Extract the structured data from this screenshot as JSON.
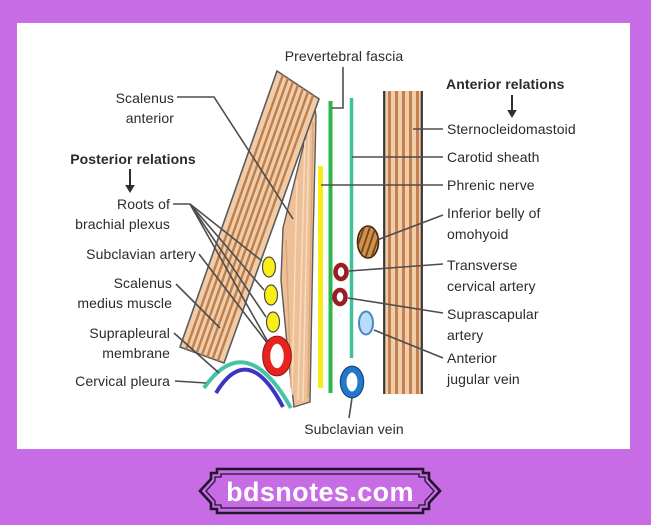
{
  "page": {
    "brand": "bdsnotes.com"
  },
  "diagram": {
    "labels": {
      "prevertebral_fascia": "Prevertebral fascia",
      "scalenus_anterior": "Scalenus\nanterior",
      "posterior_relations": "Posterior relations",
      "roots_brachial_plexus": "Roots of\nbrachial plexus",
      "subclavian_artery": "Subclavian artery",
      "scalenus_medius": "Scalenus\nmedius muscle",
      "suprapleural_membrane": "Suprapleural\nmembrane",
      "cervical_pleura": "Cervical pleura",
      "anterior_relations": "Anterior relations",
      "sternocleidomastoid": "Sternocleidomastoid",
      "carotid_sheath": "Carotid sheath",
      "phrenic_nerve": "Phrenic nerve",
      "inferior_belly_omohyoid": "Inferior belly of\nomohyoid",
      "transverse_cervical_artery": "Transverse\ncervical artery",
      "suprascapular_artery": "Suprascapular\nartery",
      "anterior_jugular_vein": "Anterior\njugular vein",
      "subclavian_vein": "Subclavian vein"
    },
    "colors": {
      "background_purple": "#c76ce4",
      "muscle_fill": "#f2cca6",
      "muscle_stripe": "#bc7f4f",
      "prevertebral_fascia_green": "#2eb44c",
      "carotid_sheath_teal": "#3fc29b",
      "phrenic_nerve_yellow": "#f7ed1a",
      "subclavian_artery_red": "#e6231f",
      "small_artery_maroon": "#9b1d24",
      "subclavian_vein_blue": "#2278c9",
      "anterior_jugular_lightblue": "#b9dcf8",
      "omohyoid_brown": "#cf9150",
      "suprapleural_teal": "#45c3a3",
      "cervical_pleura_blue": "#3b34c6",
      "text": "#2b2a2c",
      "plaque_outline": "#241430",
      "brand_text": "#ffffff"
    }
  }
}
